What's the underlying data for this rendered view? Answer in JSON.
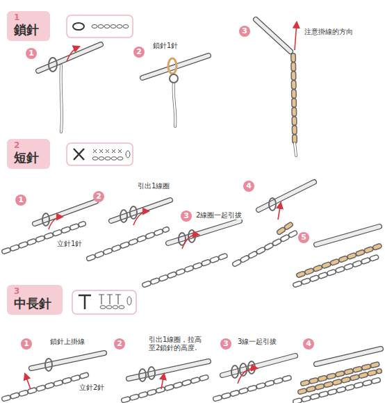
{
  "diagram": {
    "nodes": [
      {
        "text": [
          "1",
          "鎖針"
        ]
      },
      {
        "text": [
          "2",
          "短針"
        ]
      },
      {
        "text": [
          "3",
          "中長針"
        ]
      }
    ],
    "labels": [
      "1",
      "2",
      "鎖針1針",
      "3",
      "注意掛線的方向",
      "1",
      "立針1針",
      "2",
      "引出1線圈",
      "3",
      "2線圈一起引拔",
      "4",
      "5",
      "1",
      "鎖針上掛線",
      "立針2針",
      "2",
      "引出1線圈，拉高至2鎖針的高度.",
      "3",
      "3線一起引拔",
      "4"
    ]
  }
}
